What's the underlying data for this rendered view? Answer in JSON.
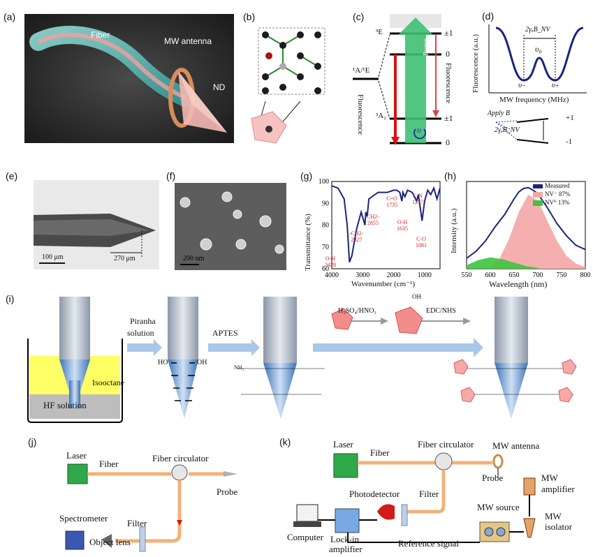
{
  "panels": {
    "a": {
      "label": "(a)",
      "fiber": "Fiber",
      "antenna": "MW antenna",
      "nd": "ND"
    },
    "b": {
      "label": "(b)"
    },
    "c": {
      "label": "(c)",
      "e3": "³E",
      "a3": "³A₂",
      "a1e1": "¹A/¹E",
      "pm1_top": "±1",
      "zero_top": "0",
      "pm1_bot": "±1",
      "zero_bot": "0",
      "fluor_left": "Fluorescence",
      "pump": "Pump",
      "fluor_right": "Fluorescence",
      "nu": "υ"
    },
    "d": {
      "label": "(d)",
      "ylabel": "Fluorescence (a.u.)",
      "xlabel": "MW frequency (MHz)",
      "split": "2γₑB_NV",
      "nu0": "υ₀",
      "num": "υ₋",
      "nup": "υ₊",
      "applyb": "Apply B",
      "plus1": "+1",
      "minus1": "-1",
      "split2": "2γₑB_NV"
    },
    "e": {
      "label": "(e)",
      "scale": "100 μm",
      "length": "270 μm"
    },
    "f": {
      "label": "(f)",
      "scale": "200 nm"
    },
    "g": {
      "label": "(g)",
      "ylabel": "Transmittance (%)",
      "xlabel": "Wavenumber (cm⁻¹)",
      "yticks": [
        "100",
        "90",
        "80",
        "70",
        "60"
      ],
      "xticks": [
        "4000",
        "3000",
        "2000",
        "1000"
      ],
      "peaks": [
        {
          "name": "O-H",
          "wn": "3428"
        },
        {
          "name": "-CH2-",
          "wn": "2927"
        },
        {
          "name": "CH2-",
          "wn": "2855"
        },
        {
          "name": "C=O",
          "wn": "1735"
        },
        {
          "name": "O-H",
          "wn": "1635"
        },
        {
          "name": "C-N",
          "wn": "1257"
        },
        {
          "name": "C-O",
          "wn": "1081"
        }
      ]
    },
    "h": {
      "label": "(h)",
      "ylabel": "Intensity (a.u.)",
      "xlabel": "Wavelength (nm)",
      "xticks": [
        "550",
        "600",
        "650",
        "700",
        "750",
        "800"
      ],
      "legend": [
        "Measured",
        "NV⁻ 87%",
        "NV⁰ 13%"
      ]
    },
    "i": {
      "label": "(i)",
      "piranha1": "Piranha",
      "piranha2": "solution",
      "aptes": "APTES",
      "acid": "H₂SO₄/HNO₃",
      "edc": "EDC/NHS",
      "isooctane": "Isooctane",
      "hf": "HF solution",
      "ho": "HO",
      "oh": "OH",
      "cooh": "OH",
      "nh2": "NH₂"
    },
    "j": {
      "label": "(j)",
      "laser": "Laser",
      "fiber": "Fiber",
      "circulator": "Fiber circulator",
      "probe": "Probe",
      "spectrometer": "Spectrometer",
      "filter": "Filter",
      "objlens": "Object lens"
    },
    "k": {
      "label": "(k)",
      "laser": "Laser",
      "fiber": "Fiber",
      "circulator": "Fiber circulator",
      "mwantenna": "MW antenna",
      "probe": "Probe",
      "mwamp1": "MW",
      "mwamp2": "amplifier",
      "photodetector": "Photodetector",
      "filter": "Filter",
      "mwsource": "MW source",
      "mwiso1": "MW",
      "mwiso2": "isolator",
      "computer": "Computer",
      "lockin1": "Lock-in",
      "lockin2": "amplifier",
      "refsig": "Reference signal"
    }
  },
  "chart_data": [
    {
      "type": "line",
      "title": "",
      "xlabel": "Wavenumber (cm⁻¹)",
      "ylabel": "Transmittance (%)",
      "xlim": [
        4000,
        500
      ],
      "ylim": [
        60,
        100
      ],
      "series": [
        {
          "x": [
            4000,
            3800,
            3600,
            3500,
            3428,
            3350,
            3200,
            3050,
            2927,
            2900,
            2855,
            2800,
            2500,
            2200,
            2000,
            1900,
            1800,
            1735,
            1700,
            1635,
            1550,
            1400,
            1257,
            1200,
            1081,
            1000,
            900,
            800,
            700,
            600,
            500
          ],
          "y": [
            98,
            97,
            92,
            80,
            63,
            66,
            78,
            86,
            80,
            86,
            84,
            92,
            95,
            95,
            96,
            96,
            95,
            91,
            95,
            93,
            96,
            95,
            91,
            94,
            82,
            91,
            96,
            94,
            97,
            92,
            97
          ]
        }
      ]
    },
    {
      "type": "area",
      "title": "",
      "xlabel": "Wavelength (nm)",
      "ylabel": "Intensity (a.u.)",
      "xlim": [
        550,
        800
      ],
      "series": [
        {
          "name": "Measured",
          "x": [
            550,
            570,
            590,
            610,
            630,
            650,
            660,
            670,
            680,
            690,
            700,
            710,
            720,
            740,
            760,
            780,
            800
          ],
          "y": [
            0.12,
            0.2,
            0.32,
            0.48,
            0.62,
            0.8,
            0.88,
            0.92,
            0.93,
            0.9,
            0.86,
            0.78,
            0.7,
            0.52,
            0.38,
            0.27,
            0.22
          ]
        },
        {
          "name": "NV⁻ 87%",
          "x": [
            600,
            620,
            640,
            660,
            680,
            700,
            720,
            740,
            760,
            780,
            800
          ],
          "y": [
            0.02,
            0.12,
            0.35,
            0.65,
            0.85,
            0.78,
            0.55,
            0.32,
            0.15,
            0.06,
            0.02
          ]
        },
        {
          "name": "NV⁰ 13%",
          "x": [
            550,
            575,
            600,
            625,
            650,
            675,
            700
          ],
          "y": [
            0.04,
            0.1,
            0.13,
            0.11,
            0.07,
            0.03,
            0.01
          ]
        }
      ]
    }
  ]
}
